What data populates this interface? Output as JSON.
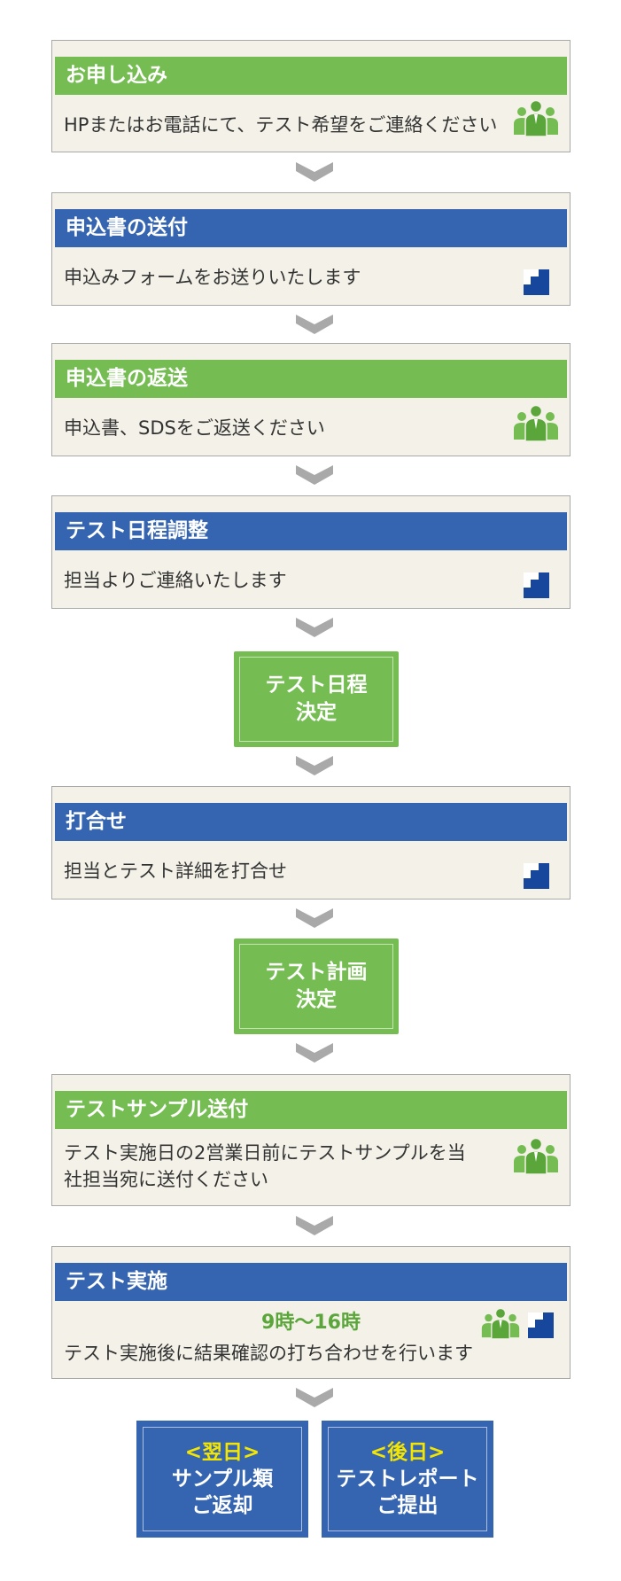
{
  "steps": [
    {
      "title": "お申し込み",
      "desc": "HPまたはお電話にて、テスト希望をご連絡ください"
    },
    {
      "title": "申込書の送付",
      "desc": "申込みフォームをお送りいたします"
    },
    {
      "title": "申込書の返送",
      "desc": "申込書、SDSをご返送ください"
    },
    {
      "title": "テスト日程調整",
      "desc": "担当よりご連絡いたします"
    },
    {
      "title": "打合せ",
      "desc": "担当とテスト詳細を打合せ"
    },
    {
      "title": "テストサンプル送付",
      "desc_line1": "テスト実施日の2営業日前にテストサンプルを当",
      "desc_line2": "社担当宛に送付ください"
    },
    {
      "title": "テスト実施",
      "time": "9時〜16時",
      "desc": "テスト実施後に結果確認の打ち合わせを行います"
    }
  ],
  "decisions": [
    {
      "line1": "テスト日程",
      "line2": "決定"
    },
    {
      "line1": "テスト計画",
      "line2": "決定"
    }
  ],
  "finals": [
    {
      "tag": "<翌日>",
      "line1": "サンプル類",
      "line2": "ご返却"
    },
    {
      "tag": "<後日>",
      "line1": "テストレポート",
      "line2": "ご提出"
    }
  ],
  "colors": {
    "green": "#75bd52",
    "blue": "#3564b0",
    "panel": "#f4f2e8",
    "logo": "#17479c",
    "accent_yellow": "#f4e600"
  },
  "icons": {
    "customer": "people-group-icon",
    "company": "company-logo-icon",
    "connector": "chevron-down-icon"
  }
}
